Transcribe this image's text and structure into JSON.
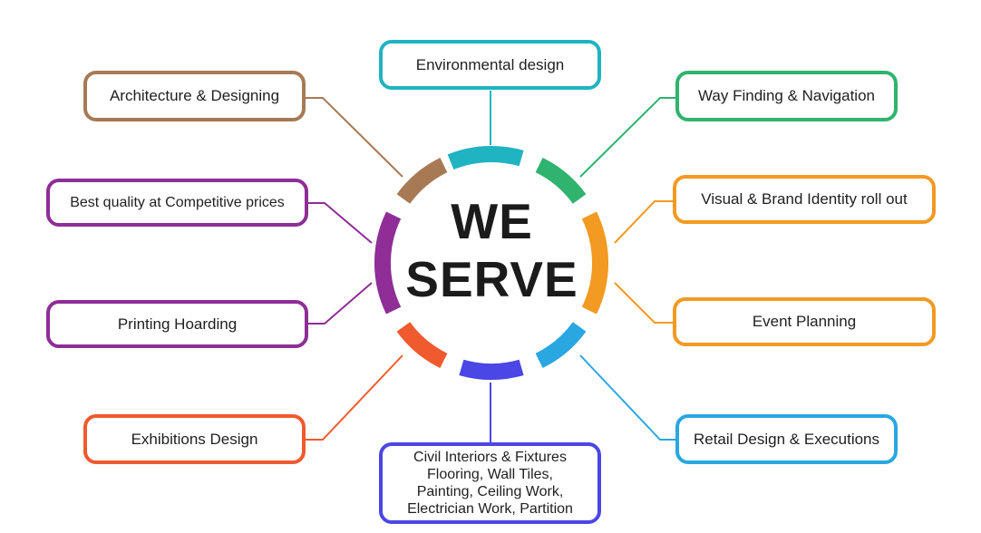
{
  "center": {
    "line1": "WE",
    "line2": "SERVE"
  },
  "colors": {
    "teal": "#20b3c1",
    "green": "#2fb36e",
    "orange": "#f29a21",
    "blue": "#2aa7e0",
    "indigo": "#4b46e6",
    "red_orange": "#ef5a2e",
    "purple": "#8e2e96",
    "brown": "#a77a55"
  },
  "services": {
    "environmental": "Environmental design",
    "way_finding": "Way Finding & Navigation",
    "visual_brand": "Visual & Brand Identity roll out",
    "event": "Event Planning",
    "retail": "Retail Design & Executions",
    "civil": {
      "line1": "Civil Interiors & Fixtures",
      "line2": "Flooring, Wall Tiles,",
      "line3": "Painting, Ceiling Work,",
      "line4": "Electrician Work, Partition"
    },
    "exhibitions": "Exhibitions Design",
    "printing": "Printing Hoarding",
    "best_quality": "Best quality at Competitive prices",
    "architecture": "Architecture & Designing"
  }
}
